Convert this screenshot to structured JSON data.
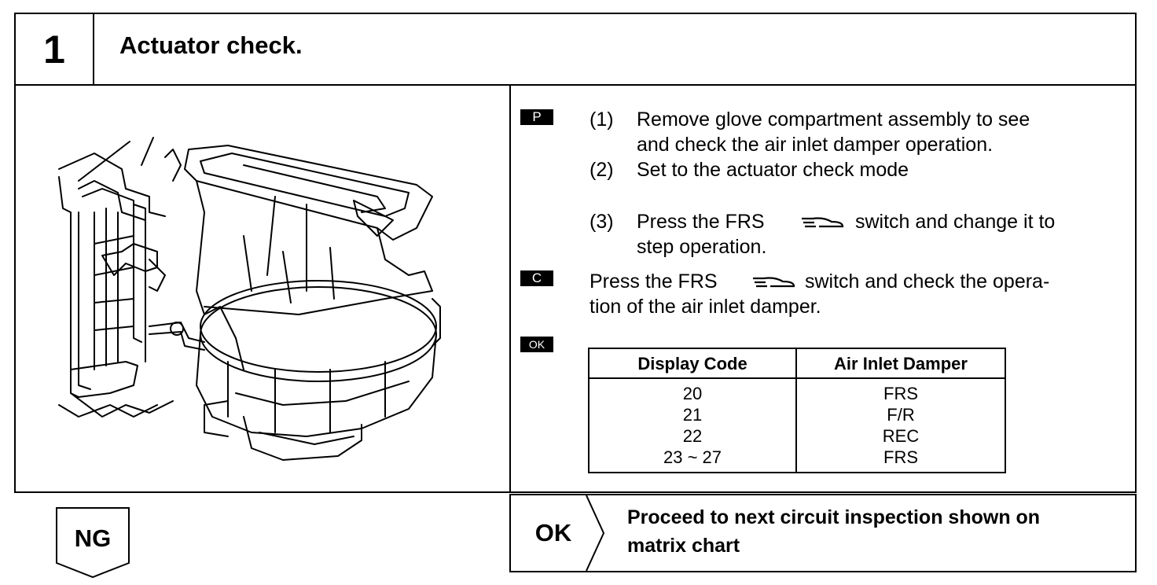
{
  "header": {
    "step_number": "1",
    "title": "Actuator check."
  },
  "procedure": {
    "p_badge": "P",
    "steps": [
      {
        "num": "(1)",
        "line1": "Remove glove compartment assembly to see",
        "line2": "and check the air inlet damper operation."
      },
      {
        "num": "(2)",
        "line1": "Set to the actuator check mode"
      },
      {
        "num": "(3)",
        "line1_a": "Press the FRS",
        "line1_b": "switch and change it to",
        "line2": "step operation."
      }
    ],
    "c_badge": "C",
    "check_line1_a": "Press the FRS",
    "check_line1_b": "switch and check the opera-",
    "check_line2": "tion of the air inlet damper.",
    "ok_badge": "OK"
  },
  "table": {
    "headers": [
      "Display Code",
      "Air Inlet Damper"
    ],
    "rows": [
      [
        "20",
        "FRS"
      ],
      [
        "21",
        "F/R"
      ],
      [
        "22",
        "REC"
      ],
      [
        "23 ~ 27",
        "FRS"
      ]
    ]
  },
  "footer": {
    "ok_label": "OK",
    "ok_text_line1": "Proceed to next circuit inspection shown on",
    "ok_text_line2": "matrix chart",
    "ng_label": "NG"
  },
  "icons": [
    "frs-switch-icon",
    "heater-unit-illustration"
  ]
}
